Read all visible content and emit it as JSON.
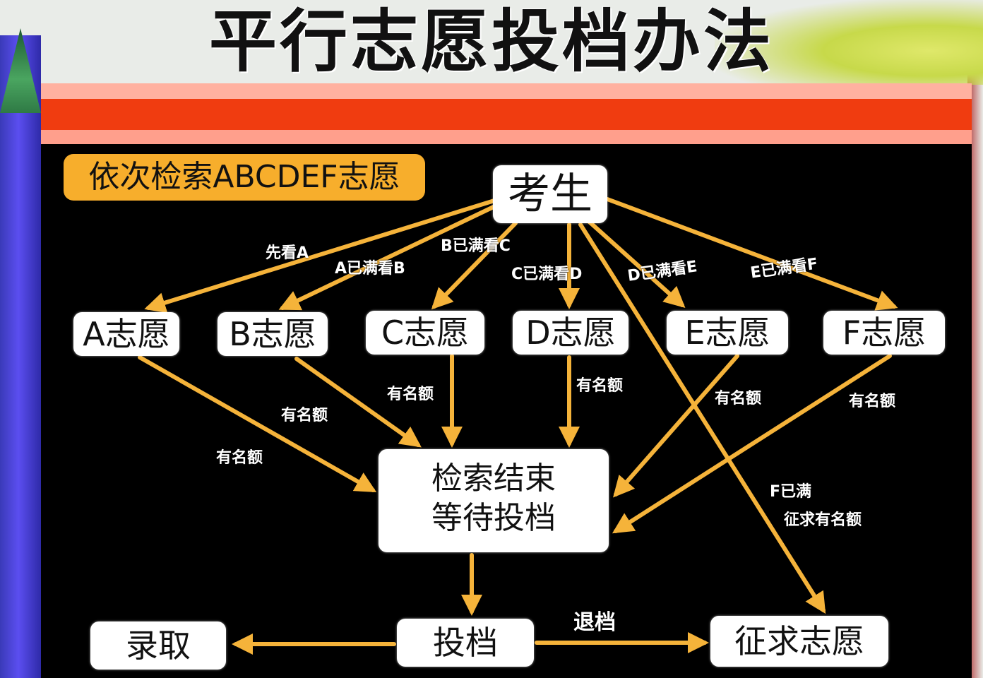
{
  "title": "平行志愿投档办法",
  "badge": "依次检索ABCDEF志愿",
  "nodes": {
    "student": "考生",
    "a": "A志愿",
    "b": "B志愿",
    "c": "C志愿",
    "d": "D志愿",
    "e": "E志愿",
    "f": "F志愿",
    "end_line1": "检索结束",
    "end_line2": "等待投档",
    "admit": "录取",
    "file": "投档",
    "solicit": "征求志愿"
  },
  "edge_labels": {
    "to_a": "先看A",
    "to_b": "A已满看B",
    "to_c": "B已满看C",
    "to_d": "C已满看D",
    "to_e": "D已满看E",
    "to_f": "E已满看F",
    "quota": "有名额",
    "f_full_line1": "F已满",
    "f_full_line2": "征求有名额",
    "withdraw": "退档"
  },
  "colors": {
    "arrow": "#f5b33a",
    "board": "#000000",
    "badge": "#f7ae2c",
    "banner_red": "#f03c10"
  }
}
